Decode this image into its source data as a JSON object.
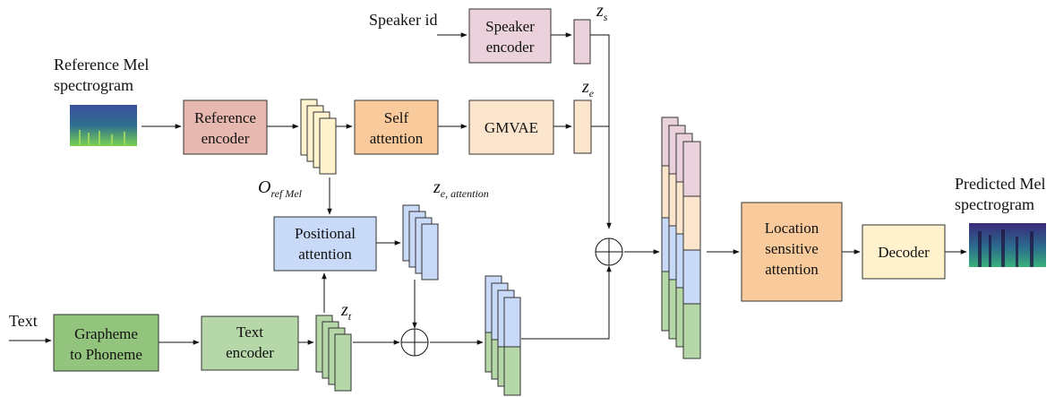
{
  "labels": {
    "speaker_id": "Speaker id",
    "reference_mel": [
      "Reference Mel",
      "spectrogram"
    ],
    "predicted_mel": [
      "Predicted Mel",
      "spectrogram"
    ],
    "text_input": "Text"
  },
  "blocks": {
    "speaker_encoder": [
      "Speaker",
      "encoder"
    ],
    "reference_encoder": [
      "Reference",
      "encoder"
    ],
    "self_attention": [
      "Self",
      "attention"
    ],
    "gmvae": [
      "GMVAE"
    ],
    "positional_attention": [
      "Positional",
      "attention"
    ],
    "grapheme_to_phoneme": [
      "Grapheme",
      "to Phoneme"
    ],
    "text_encoder": [
      "Text",
      "encoder"
    ],
    "location_sensitive_attention": [
      "Location",
      "sensitive",
      "attention"
    ],
    "decoder": [
      "Decoder"
    ]
  },
  "symbols": {
    "z_s": {
      "main": "z",
      "sub": "s"
    },
    "z_e": {
      "main": "z",
      "sub": "e"
    },
    "z_t": {
      "main": "z",
      "sub": "t"
    },
    "z_e_attention": {
      "main": "z",
      "sub": "e, attention"
    },
    "o_ref_mel": {
      "main": "O",
      "sub": "ref Mel"
    }
  },
  "colors": {
    "speaker": "#ead1dc",
    "reference_encoder": "#e6b8af",
    "self_attention": "#f9cb9c",
    "gmvae": "#fce5cd",
    "ref_features": "#fff2cc",
    "positional": "#c9daf8",
    "g2p": "#93c47d",
    "text_encoder": "#b6d7a8",
    "text_features": "#b6d7a8",
    "location": "#f9cb9c",
    "decoder": "#fff2cc",
    "concat_pink": "#ead1dc",
    "concat_peach": "#fce5cd",
    "concat_blue": "#c9daf8",
    "concat_green": "#b6d7a8"
  }
}
